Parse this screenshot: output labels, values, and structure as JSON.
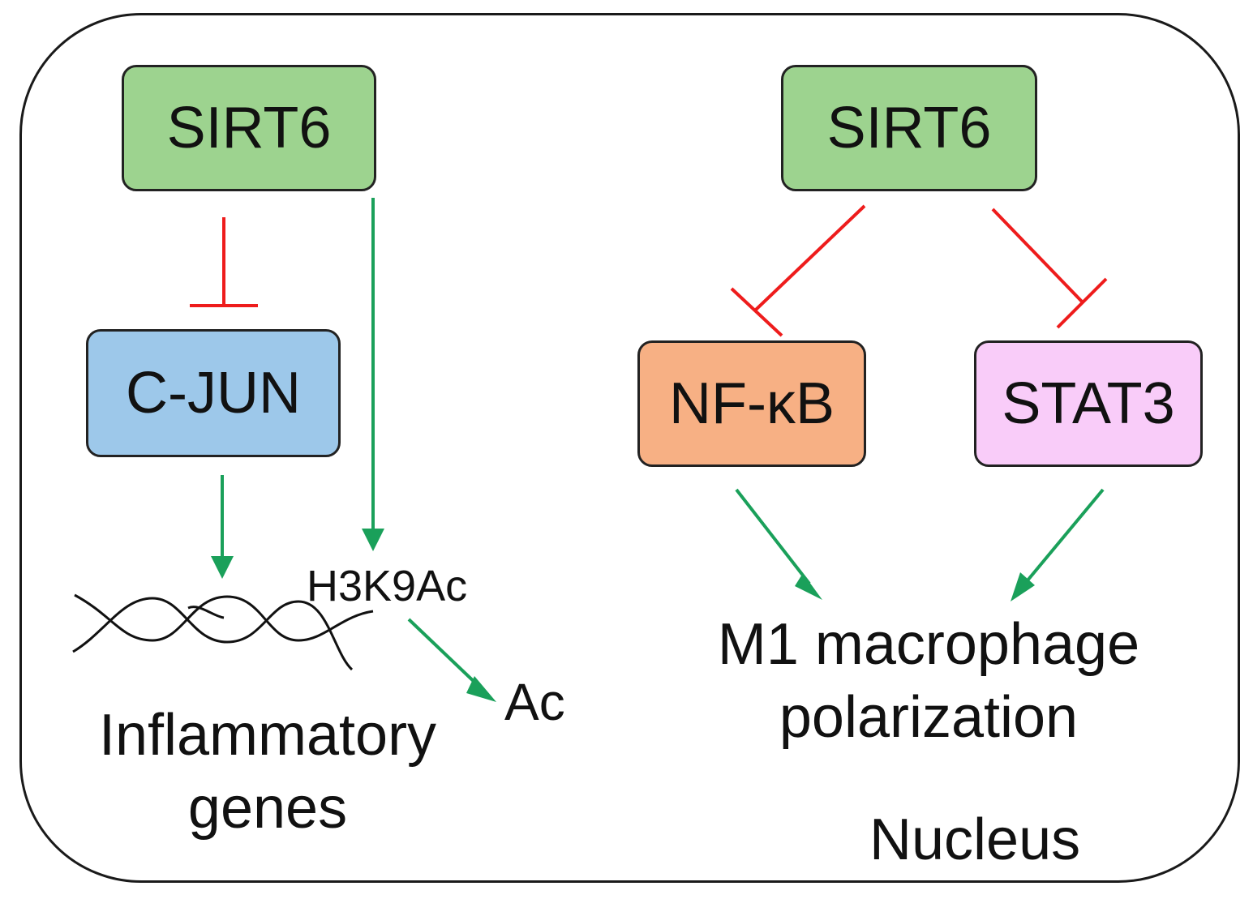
{
  "nodes": {
    "sirt6_left": {
      "label": "SIRT6",
      "fill": "#9dd38f"
    },
    "cjun": {
      "label": "C-JUN",
      "fill": "#9dc8ea"
    },
    "sirt6_right": {
      "label": "SIRT6",
      "fill": "#9dd38f"
    },
    "nfkb": {
      "label": "NF-κB",
      "fill": "#f7b084"
    },
    "stat3": {
      "label": "STAT3",
      "fill": "#f9ccf9"
    }
  },
  "labels": {
    "h3k9ac": "H3K9Ac",
    "ac": "Ac",
    "inflammatory_line1": "Inflammatory",
    "inflammatory_line2": "genes",
    "m1_line1": "M1 macrophage",
    "m1_line2": "polarization",
    "nucleus": "Nucleus"
  },
  "edges": [
    {
      "from": "SIRT6",
      "to": "C-JUN",
      "type": "inhibition"
    },
    {
      "from": "SIRT6",
      "to": "H3K9Ac",
      "type": "activation"
    },
    {
      "from": "C-JUN",
      "to": "Inflammatory genes",
      "type": "activation"
    },
    {
      "from": "H3K9Ac",
      "to": "Ac",
      "type": "activation"
    },
    {
      "from": "SIRT6",
      "to": "NF-κB",
      "type": "inhibition"
    },
    {
      "from": "SIRT6",
      "to": "STAT3",
      "type": "inhibition"
    },
    {
      "from": "NF-κB",
      "to": "M1 macrophage polarization",
      "type": "activation"
    },
    {
      "from": "STAT3",
      "to": "M1 macrophage polarization",
      "type": "activation"
    }
  ],
  "colors": {
    "activation": "#1aa05a",
    "inhibition": "#ee1c1c",
    "outline": "#1a1a1a"
  }
}
